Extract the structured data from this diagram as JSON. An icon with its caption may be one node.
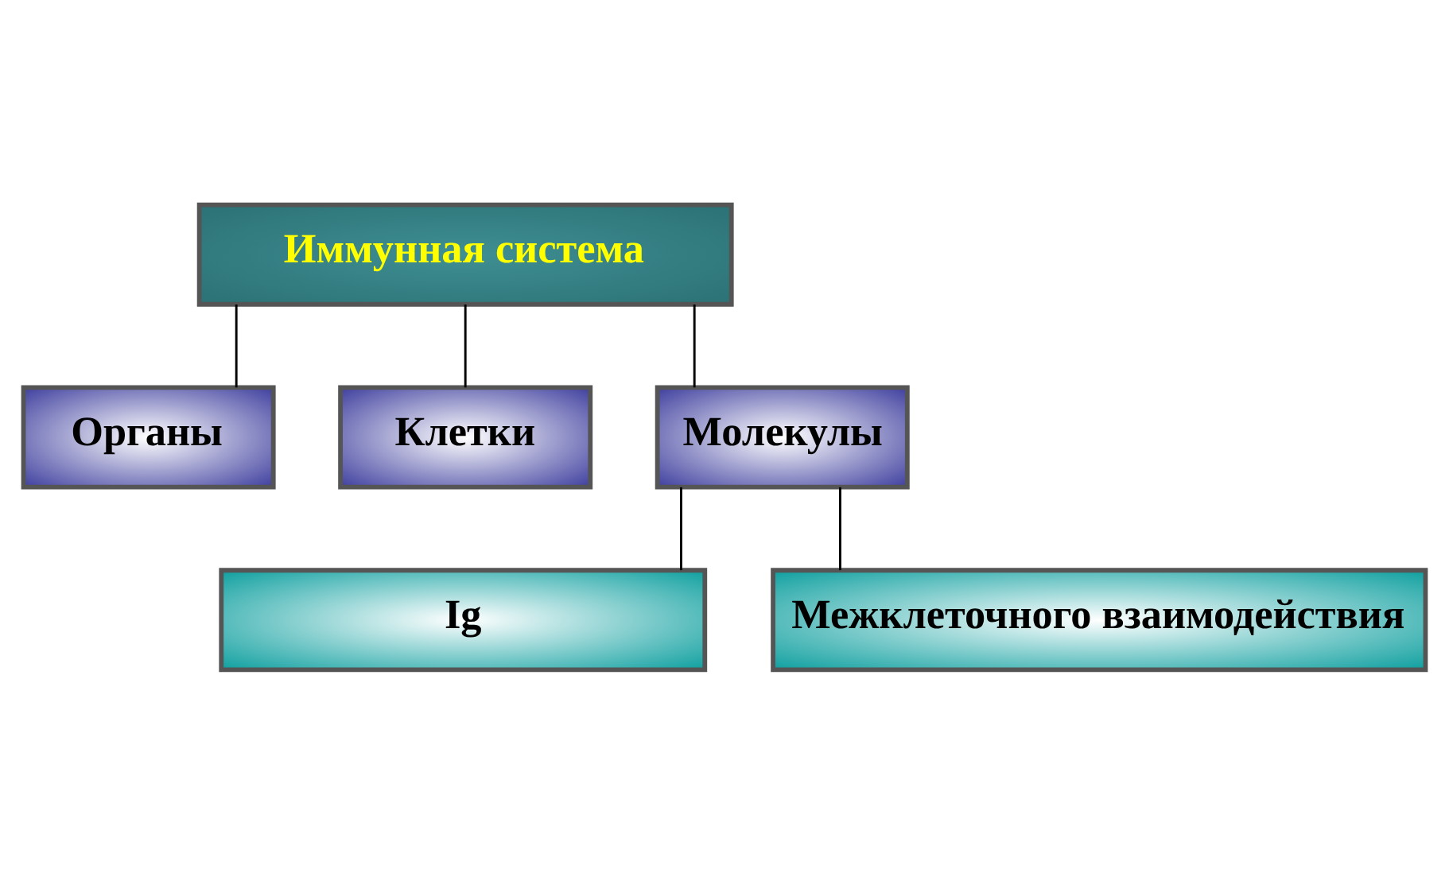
{
  "diagram": {
    "nodes": [
      {
        "text": [
          "Иммунная система"
        ]
      },
      {
        "text": [
          "Органы"
        ]
      },
      {
        "text": [
          "Клетки"
        ]
      },
      {
        "text": [
          "Молекулы"
        ]
      },
      {
        "text": [
          "Ig"
        ]
      },
      {
        "text": [
          "Межклеточного взаимодействия"
        ]
      }
    ],
    "edges": [
      {
        "from": 0,
        "to": 1,
        "arrow": "none"
      },
      {
        "from": 0,
        "to": 2,
        "arrow": "none"
      },
      {
        "from": 0,
        "to": 3,
        "arrow": "none"
      },
      {
        "from": 3,
        "to": 4,
        "arrow": "none"
      },
      {
        "from": 3,
        "to": 5,
        "arrow": "none"
      }
    ]
  }
}
